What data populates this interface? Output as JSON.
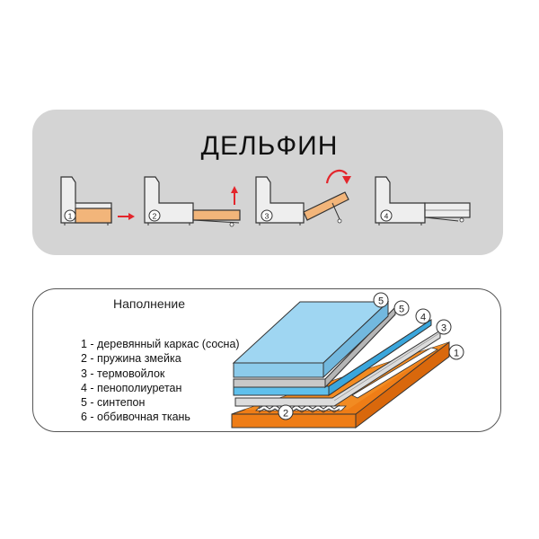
{
  "diagram": {
    "title": "ДЕЛЬФИН",
    "steps": [
      {
        "number": "1"
      },
      {
        "number": "2"
      },
      {
        "number": "3"
      },
      {
        "number": "4"
      }
    ],
    "filling_title": "Наполнение",
    "legend": [
      "1 - деревянный каркас (сосна)",
      "2 - пружина змейка",
      "3 - термовойлок",
      "4 - пенополиуретан",
      "5 - синтепон",
      "6 - оббивочная ткань"
    ],
    "layer_callouts": [
      "5",
      "5",
      "4",
      "3",
      "1",
      "2"
    ],
    "colors": {
      "panel_bg": "#d4d4d4",
      "sofa_gray": "#eeeeee",
      "outline": "#333333",
      "seat_orange": "#f2b57a",
      "arrow_red": "#e3262c",
      "frame_orange": "#ef7d16",
      "foam_blue": "#9fd6f2",
      "felt_gray": "#c8c8c8"
    }
  }
}
